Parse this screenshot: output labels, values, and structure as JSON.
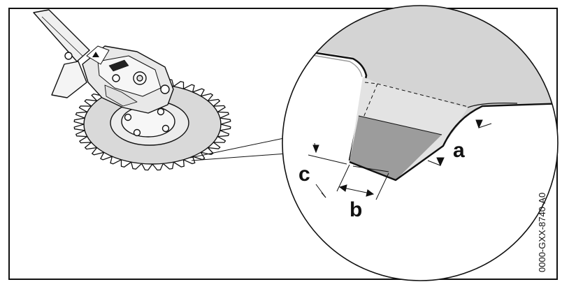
{
  "labels": {
    "a": "a",
    "b": "b",
    "c": "c"
  },
  "part_code": "0000-GXX-8740-A0",
  "colors": {
    "line": "#111111",
    "blade": "#d0d0d0",
    "blade_light": "#e2e2e2",
    "ground_edge": "#9c9c9c",
    "background": "#ffffff"
  }
}
